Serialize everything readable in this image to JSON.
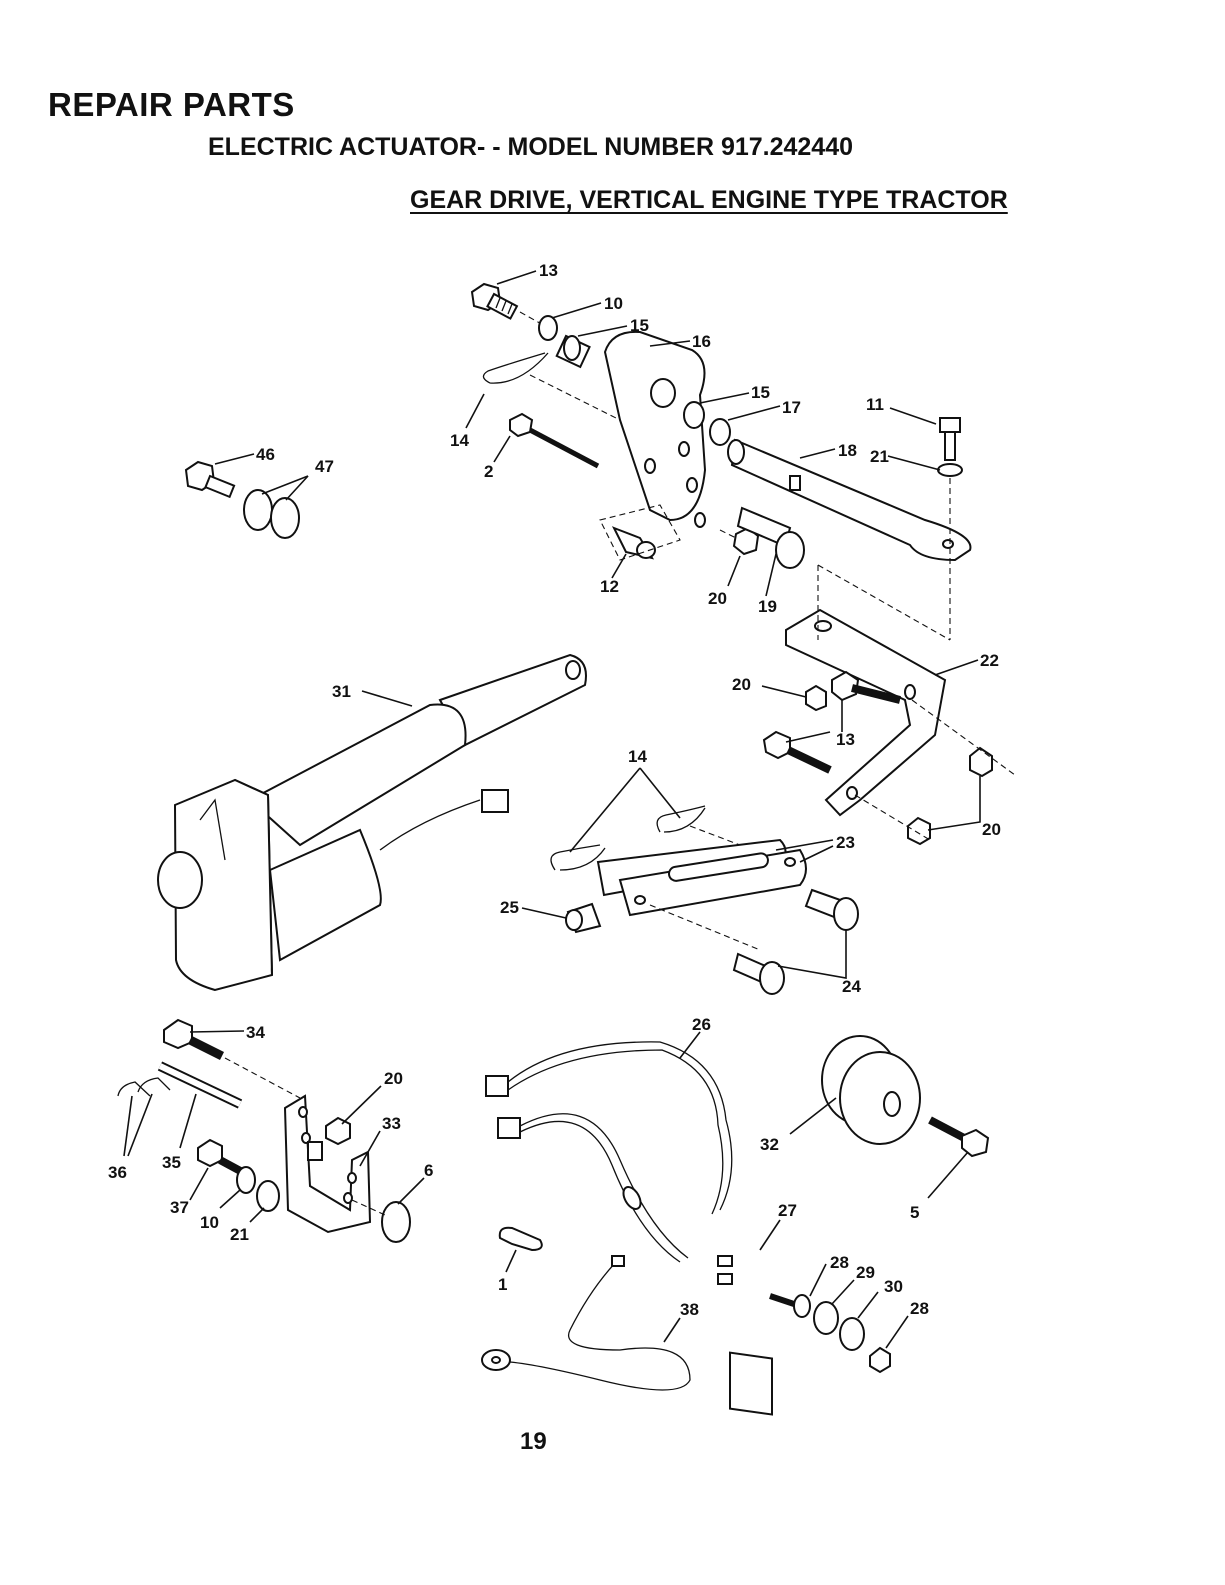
{
  "header": {
    "title": "REPAIR PARTS",
    "subtitle": "ELECTRIC ACTUATOR- - MODEL NUMBER 917.242440",
    "section": "GEAR DRIVE, VERTICAL ENGINE  TYPE TRACTOR"
  },
  "labels": {
    "p13a": "13",
    "p10a": "10",
    "p15a": "15",
    "p16": "16",
    "p15b": "15",
    "p17": "17",
    "p11": "11",
    "p18": "18",
    "p21a": "21",
    "p46": "46",
    "p47": "47",
    "p14a": "14",
    "p2": "2",
    "p12": "12",
    "p20a": "20",
    "p19": "19",
    "p22": "22",
    "p31": "31",
    "p20b": "20",
    "p13b": "13",
    "p14b": "14",
    "p20c": "20",
    "p23": "23",
    "p25": "25",
    "p24": "24",
    "p34": "34",
    "p20d": "20",
    "p33": "33",
    "p6": "6",
    "p36": "36",
    "p35": "35",
    "p37": "37",
    "p10b": "10",
    "p21b": "21",
    "p26": "26",
    "p32": "32",
    "p5": "5",
    "p27": "27",
    "p1": "1",
    "p28a": "28",
    "p29": "29",
    "p30": "30",
    "p28b": "28",
    "p38": "38"
  },
  "footer": {
    "page_number": "19"
  }
}
